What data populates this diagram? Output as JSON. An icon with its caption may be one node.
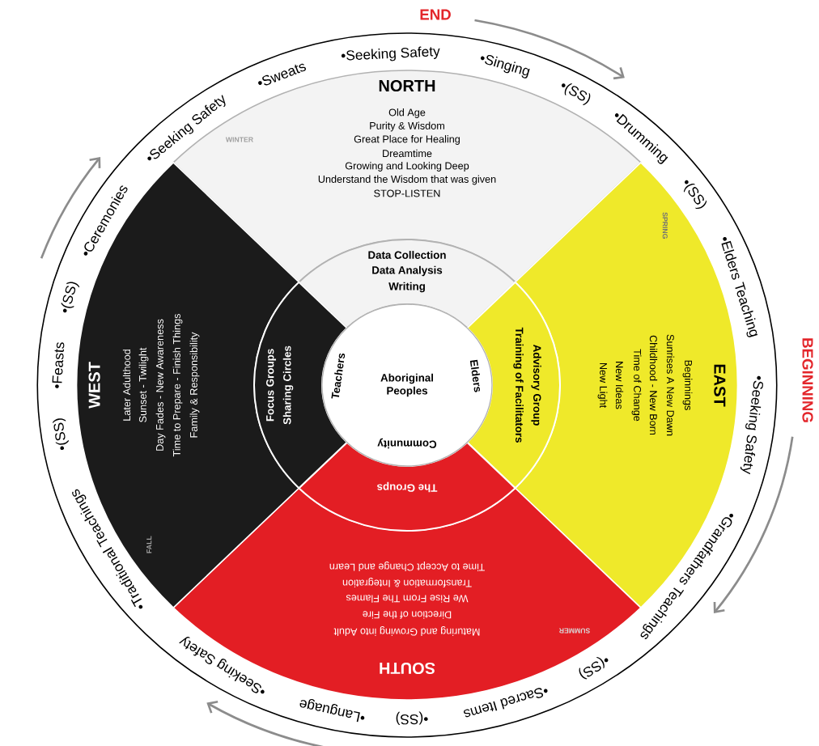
{
  "diagram": {
    "nodes": [
      {
        "text": [
          "NORTH",
          "WINTER",
          "Old Age",
          "Purity & Wisdom",
          "Great Place for Healing",
          "Dreamtime",
          "Growing and Looking Deep",
          "Understand the Wisdom that was given",
          "STOP-LISTEN"
        ]
      },
      {
        "text": [
          "EAST",
          "SPRING",
          "Beginnings",
          "Sunrises A New Dawn",
          "Childhood - New Born",
          "Time of Change",
          "New Ideas",
          "New Light"
        ]
      },
      {
        "text": [
          "SOUTH",
          "SUMMER",
          "Maturing and Growing into Adult",
          "Direction of the Fire",
          "We Rise From The Flames",
          "Transformation & Integration",
          "Time to Accept Change and Learn"
        ]
      },
      {
        "text": [
          "WEST",
          "FALL",
          "Later Adulthood",
          "Sunset - Twilight",
          "Day Fades - New Awareness",
          "Time to Prepare - Finish Things",
          "Family & Responsibility"
        ]
      },
      {
        "text": [
          "Data Collection",
          "Data Analysis",
          "Writing"
        ]
      },
      {
        "text": [
          "Advisory Group",
          "Training of Facilitators"
        ]
      },
      {
        "text": [
          "The Groups"
        ]
      },
      {
        "text": [
          "Focus Groups",
          "Sharing Circles"
        ]
      },
      {
        "text": [
          "Aboriginal Peoples",
          "Teachers",
          "Elders",
          "Community"
        ]
      }
    ],
    "labels": [
      "END",
      "BEGINNING",
      "•Traditional Teachings",
      "•(SS)",
      "•Feasts",
      "•(SS)",
      "•Ceremonies",
      "•Seeking Safety",
      "•Sweats",
      "•Seeking Safety",
      "•Singing",
      "•(SS)",
      "•Drumming",
      "•(SS)",
      "•Elders Teaching",
      "•Seeking Safety",
      "•Grandfathers Teachings",
      "•(SS)",
      "•Sacred Items",
      "•(SS)",
      "•Language",
      "•Seeking Safety"
    ]
  }
}
